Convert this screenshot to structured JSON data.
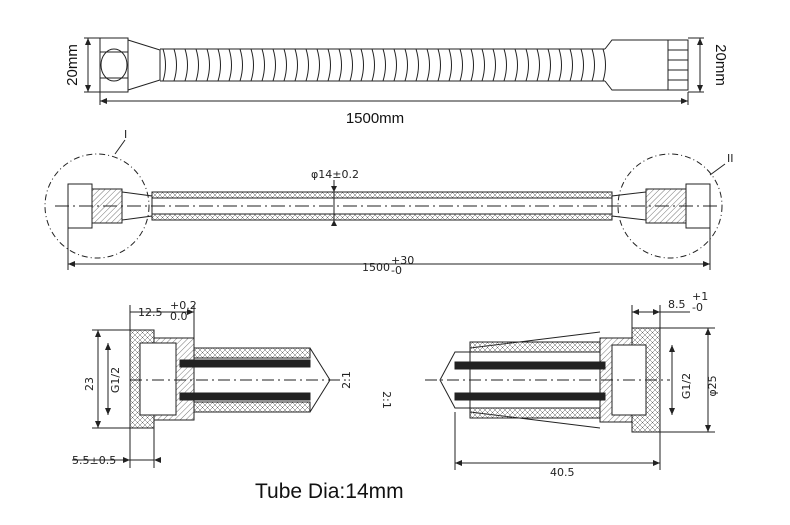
{
  "hose": {
    "height_label_left": "20mm",
    "height_label_right": "20mm",
    "length_label": "1500mm"
  },
  "section": {
    "diameter_label": "φ14±0.2",
    "length_main": "1500",
    "length_tol_upper": "+30",
    "length_tol_lower": "-0",
    "detail_marker_left": "I",
    "detail_marker_right": "II"
  },
  "detail_left": {
    "top_dim_main": "12.5",
    "top_dim_tol_upper": "+0.2",
    "top_dim_tol_lower": "0.0",
    "bottom_dim": "5.5±0.5",
    "height_dim": "23",
    "thread_label": "G1/2",
    "scale_label": "2:1"
  },
  "detail_right": {
    "top_dim_main": "8.5",
    "top_dim_tol_upper": "+1",
    "top_dim_tol_lower": "-0",
    "bottom_dim": "40.5",
    "thread_label": "G1/2",
    "diameter_label": "φ25",
    "scale_label": "2:1"
  },
  "caption": "Tube Dia:14mm",
  "colors": {
    "line": "#222222",
    "hatch": "#555555"
  }
}
